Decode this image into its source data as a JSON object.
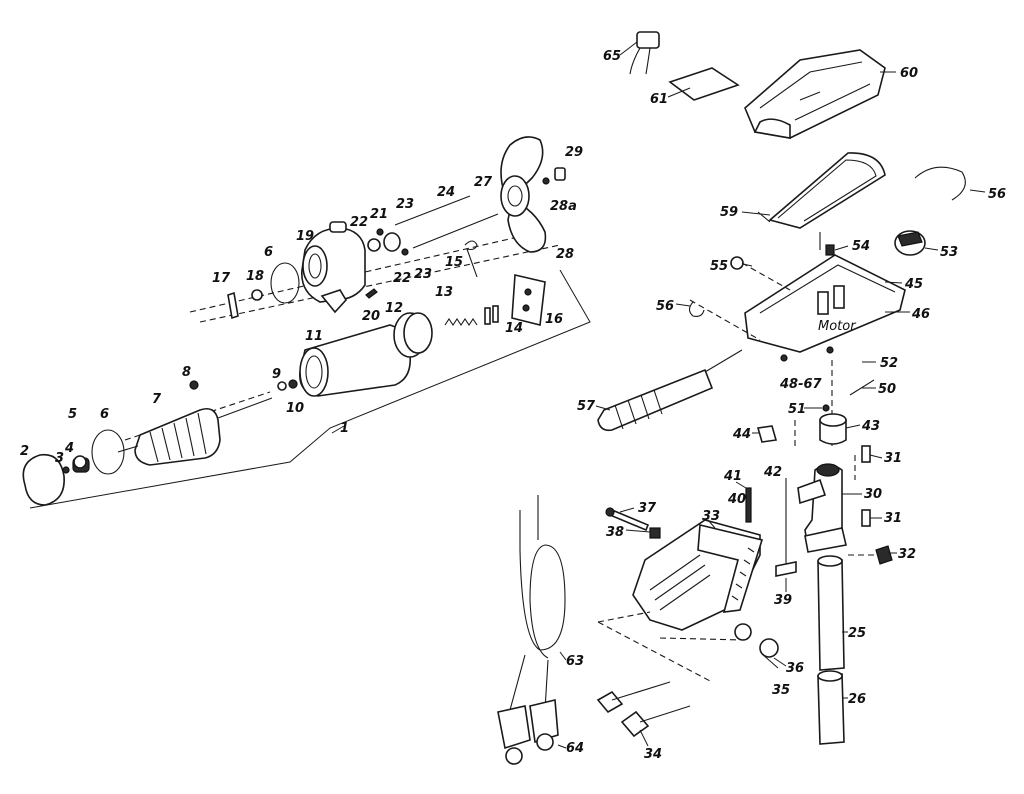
{
  "callouts": {
    "c1": "1",
    "c2": "2",
    "c3": "3",
    "c4": "4",
    "c5": "5",
    "c6": "6",
    "c6b": "6",
    "c7": "7",
    "c8": "8",
    "c9": "9",
    "c10": "10",
    "c11": "11",
    "c12": "12",
    "c13": "13",
    "c14": "14",
    "c15": "15",
    "c16": "16",
    "c17": "17",
    "c18": "18",
    "c19": "19",
    "c20": "20",
    "c21": "21",
    "c22": "22",
    "c22b": "22",
    "c23": "23",
    "c23b": "23",
    "c24": "24",
    "c25": "25",
    "c26": "26",
    "c27": "27",
    "c28": "28",
    "c28a": "28a",
    "c29": "29",
    "c30": "30",
    "c31": "31",
    "c31b": "31",
    "c32": "32",
    "c33": "33",
    "c34": "34",
    "c35": "35",
    "c36": "36",
    "c37": "37",
    "c38": "38",
    "c39": "39",
    "c40": "40",
    "c41": "41",
    "c42": "42",
    "c43": "43",
    "c44": "44",
    "c45": "45",
    "c46": "46",
    "c47": "48-67",
    "c50": "50",
    "c51": "51",
    "c52": "52",
    "c53": "53",
    "c54": "54",
    "c55": "55",
    "c56": "56",
    "c56b": "56",
    "c57": "57",
    "c59": "59",
    "c60": "60",
    "c61": "61",
    "c63": "63",
    "c64": "64",
    "c65": "65"
  }
}
